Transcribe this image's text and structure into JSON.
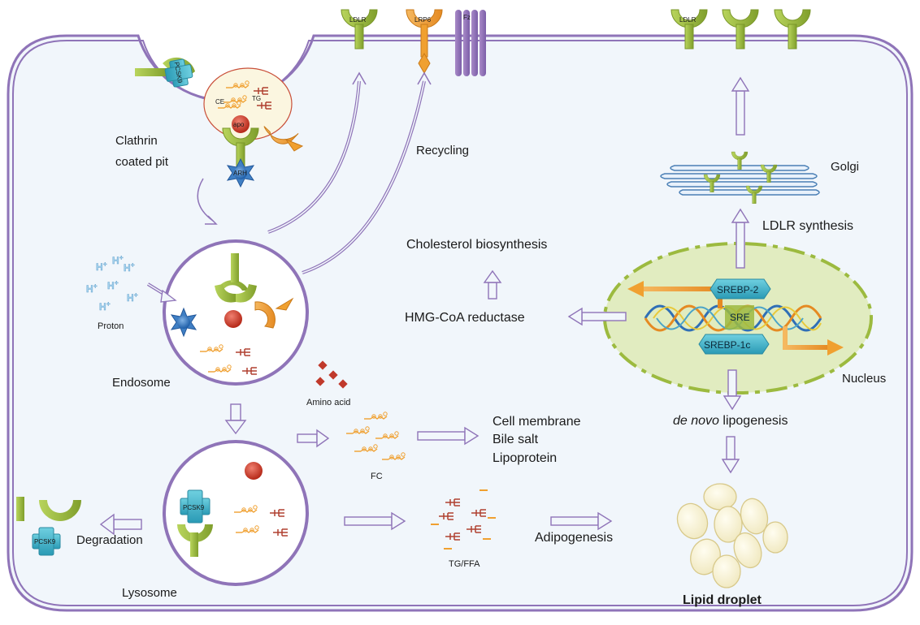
{
  "labels": {
    "clathrin_line1": "Clathrin",
    "clathrin_line2": "coated pit",
    "recycling": "Recycling",
    "golgi": "Golgi",
    "ldlr_synthesis": "LDLR synthesis",
    "cholesterol_biosynthesis": "Cholesterol biosynthesis",
    "hmgcoa_reductase": "HMG-CoA reductase",
    "proton": "Proton",
    "endosome": "Endosome",
    "amino_acid": "Amino acid",
    "fc": "FC",
    "cell_membrane": "Cell membrane",
    "bile_salt": "Bile salt",
    "lipoprotein": "Lipoprotein",
    "nucleus": "Nucleus",
    "de_novo_italic": "de novo",
    "lipogenesis": " lipogenesis",
    "lipid_droplet": "Lipid droplet",
    "degradation": "Degradation",
    "lysosome": "Lysosome",
    "tg_ffa": "TG/FFA",
    "adipogenesis": "Adipogenesis"
  },
  "tags": {
    "ldlr": "LDLR",
    "lrp6": "LRP6",
    "fz": "Fz",
    "pcsk9": "PCSK9",
    "ce": "CE",
    "tg": "TG",
    "apo": "apo",
    "arh": "ARH",
    "srebp2": "SREBP-2",
    "sre": "SRE",
    "srebp1c": "SREBP-1c",
    "hplus": "H+"
  },
  "colors": {
    "membrane": "#8f74b8",
    "cytoplasm": "#f1f6fb",
    "receptor_green": "#9cba3f",
    "lrp6_orange": "#f0a030",
    "pcsk9_teal": "#3fb2c8",
    "nucleus_fill": "#e1ecc0",
    "apo_red": "#c93a2c"
  }
}
